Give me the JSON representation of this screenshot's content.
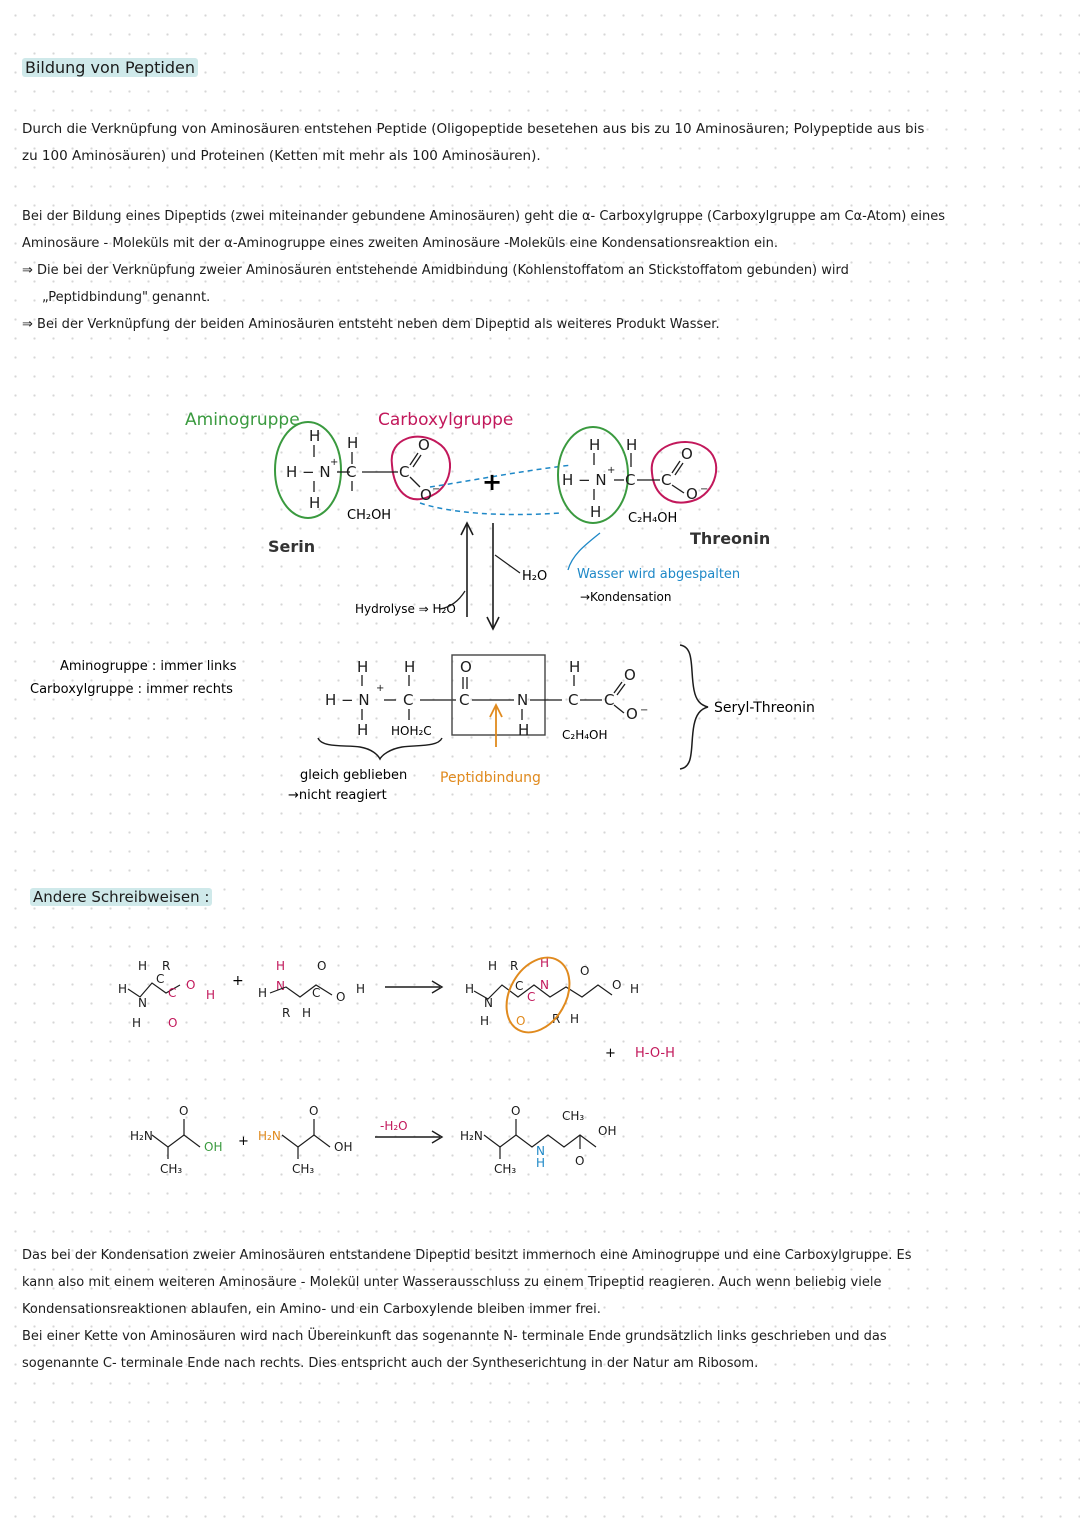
{
  "title": "Bildung von Peptiden",
  "intro": {
    "line1": "Durch die Verknüpfung von Aminosäuren entstehen Peptide (Oligopeptide besetehen aus bis zu 10 Aminosäuren; Polypeptide aus bis",
    "line2": "zu 100 Aminosäuren) und Proteinen (Ketten mit mehr als 100 Aminosäuren)."
  },
  "dipeptide": {
    "line1": "Bei der Bildung eines Dipeptids (zwei miteinander gebundene Aminosäuren) geht die α- Carboxylgruppe (Carboxylgruppe am Cα-Atom) eines",
    "line2": "Aminosäure - Moleküls mit der α-Aminogruppe eines zweiten Aminosäure -Moleküls eine Kondensationsreaktion ein.",
    "bullet1a": "⇒ Die bei der Verknüpfung zweier Aminosäuren entstehende Amidbindung (Kohlenstoffatom an Stickstoffatom gebunden) wird",
    "bullet1b": "„Peptidbindung\" genannt.",
    "bullet2": "⇒ Bei der Verknüpfung der beiden Aminosäuren entsteht neben dem Dipeptid als weiteres Produkt Wasser."
  },
  "diagram1": {
    "aminogruppe": "Aminogruppe",
    "carboxylgruppe": "Carboxylgruppe",
    "serin": "Serin",
    "threonin": "Threonin",
    "plus": "+",
    "h2o": "H₂O",
    "wasser": "Wasser wird abgespalten",
    "kondensation": "→Kondensation",
    "hydrolyse": "Hydrolyse ⇒ H₂O",
    "note_amino": "Aminogruppe : immer links",
    "note_carboxyl": "Carboxylgruppe : immer rechts",
    "gleich": "gleich geblieben",
    "nicht": "→nicht reagiert",
    "peptidbindung": "Peptidbindung",
    "product": "Seryl-Threonin",
    "ser_side": "CH₂OH",
    "thr_side": "C₂H₄OH",
    "prod_side1": "HOH₂C",
    "prod_side2": "C₂H₄OH"
  },
  "andere": "Andere Schreibweisen :",
  "diagram2": {
    "arrow_label": "-H₂O",
    "water": "H-O-H",
    "plus": "+",
    "h2n": "H₂N",
    "oh": "OH",
    "ch3": "CH₃"
  },
  "closing": {
    "line1": "Das bei der Kondensation zweier Aminosäuren entstandene Dipeptid besitzt immernoch eine Aminogruppe und eine Carboxylgruppe. Es",
    "line2": "kann also mit einem weiteren Aminosäure - Molekül unter Wasserausschluss zu einem Tripeptid reagieren. Auch wenn beliebig viele",
    "line3": "Kondensationsreaktionen ablaufen, ein Amino- und ein Carboxylende bleiben immer frei.",
    "line4": "Bei einer Kette von Aminosäuren wird nach Übereinkunft das sogenannte N- terminale Ende grundsätzlich links geschrieben und das",
    "line5": "sogenannte C- terminale Ende nach rechts. Dies entspricht auch der Syntheserichtung in der Natur am Ribosom."
  },
  "colors": {
    "highlight": "#cfe9ea",
    "green": "#3a9a3f",
    "pink": "#c2185b",
    "blue": "#1e88c7",
    "orange": "#e08a1e"
  }
}
